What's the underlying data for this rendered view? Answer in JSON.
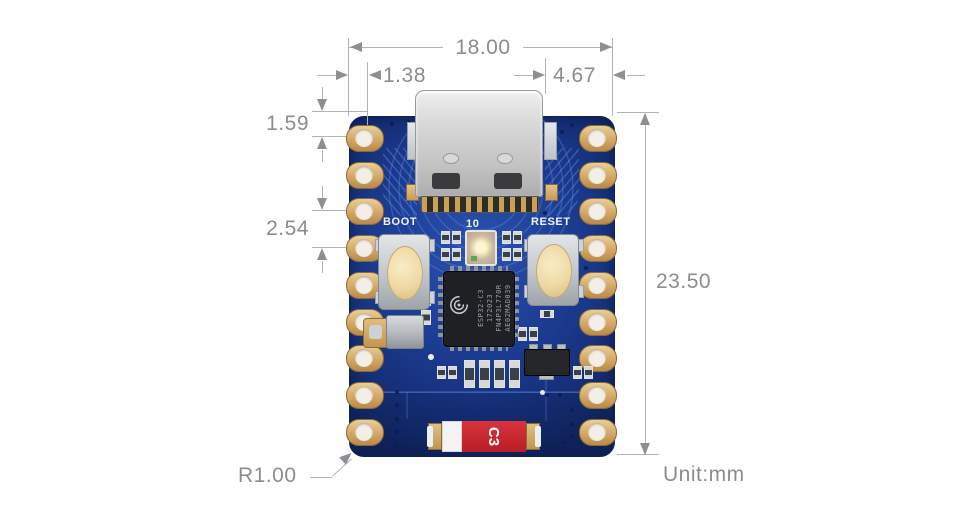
{
  "diagram": {
    "unit_label": "Unit:mm",
    "dimensions": {
      "board_width": "18.00",
      "pad_edge_offset": "1.38",
      "usb_edge_offset": "4.67",
      "pad_top_offset": "1.59",
      "pad_pitch": "2.54",
      "board_height": "23.50",
      "corner_radius": "R1.00"
    }
  },
  "board": {
    "silkscreen": {
      "boot_label": "BOOT",
      "io10_label": "10",
      "reset_label": "RESET"
    },
    "main_chip": {
      "marking_lines": [
        "ESP32-C3",
        "172023",
        "FN4P3L770R",
        "AE02MAD039"
      ]
    },
    "antenna": {
      "marking": "C3"
    },
    "colors": {
      "pcb_blue": "#1e3f97",
      "pad_gold": "#d9b06c",
      "antenna_red": "#cf2030",
      "dimension_gray": "#8a8d90",
      "button_cream": "#eed9a4"
    }
  }
}
